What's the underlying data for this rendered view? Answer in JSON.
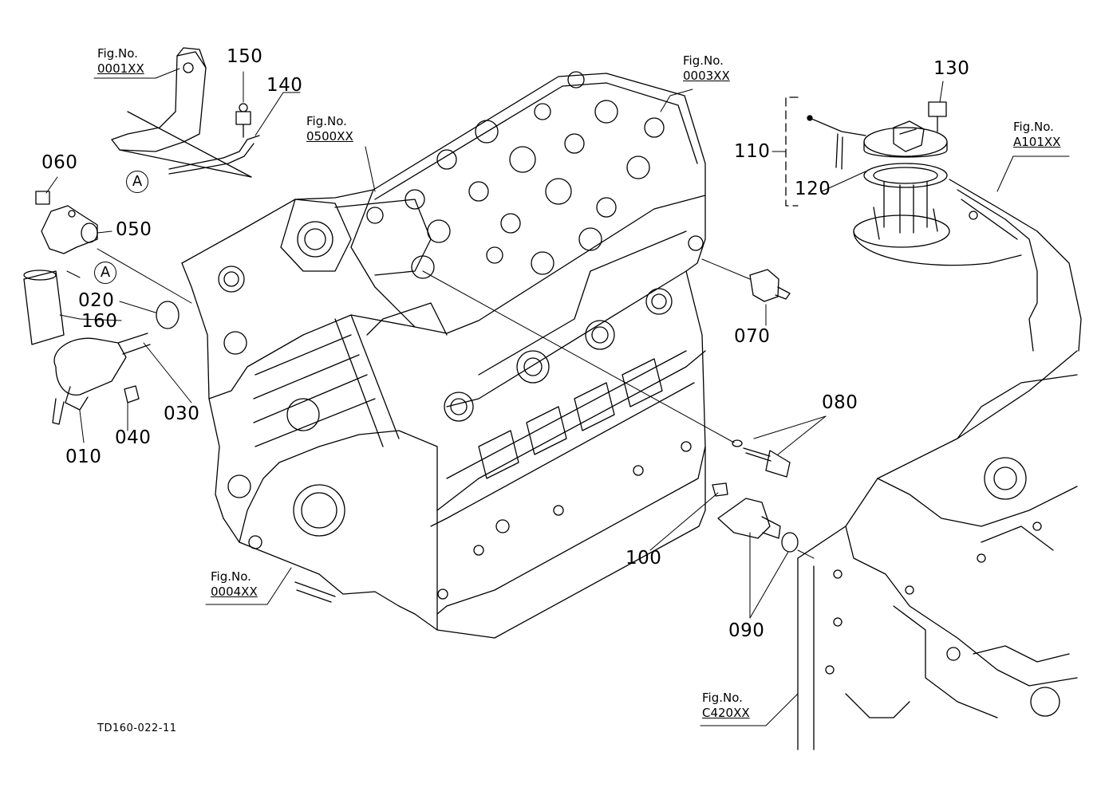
{
  "callouts": {
    "c010": "010",
    "c020": "020",
    "c030": "030",
    "c040": "040",
    "c050": "050",
    "c060": "060",
    "c070": "070",
    "c080": "080",
    "c090": "090",
    "c100": "100",
    "c110": "110",
    "c120": "120",
    "c130": "130",
    "c140": "140",
    "c150": "150",
    "c160": "160"
  },
  "figure_refs": {
    "f0001": {
      "line1": "Fig.No.",
      "line2": "0001XX"
    },
    "f0003": {
      "line1": "Fig.No.",
      "line2": "0003XX"
    },
    "f0500": {
      "line1": "Fig.No.",
      "line2": "0500XX"
    },
    "fA101": {
      "line1": "Fig.No.",
      "line2": "A101XX"
    },
    "f0004": {
      "line1": "Fig.No.",
      "line2": "0004XX"
    },
    "fC420": {
      "line1": "Fig.No.",
      "line2": "C420XX"
    }
  },
  "markers": {
    "a1": "A",
    "a2": "A"
  },
  "drawing_code": "TD160-022-11",
  "colors": {
    "ink": "#000000",
    "paper": "#ffffff"
  }
}
